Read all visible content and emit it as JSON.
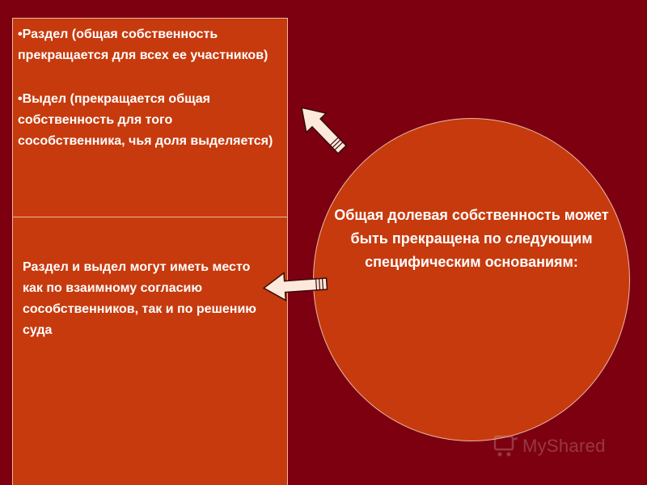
{
  "slide": {
    "top_box": {
      "bullet_1": "•Раздел (общая собственность прекращается для всех ее участников)",
      "bullet_2": "•Выдел (прекращается общая собственность для того сособственника, чья доля выделяется)"
    },
    "bottom_box": {
      "text": "Раздел и выдел могут иметь место как по взаимному согласию сособственников, так и по решению суда"
    },
    "circle": {
      "text": "Общая долевая собственность может быть прекращена по следующим специфическим основаниям:"
    },
    "watermark": {
      "text": "MyShared"
    }
  },
  "colors": {
    "background": "#7d0010",
    "box_fill": "#c73a0d",
    "border": "#e6b9a8",
    "text": "#ffffff",
    "arrow_fill": "#fde9dc"
  },
  "icons": {
    "arrow_up": "arrow-up-left-icon",
    "arrow_left": "arrow-left-icon",
    "watermark_logo": "cart-logo-icon"
  }
}
